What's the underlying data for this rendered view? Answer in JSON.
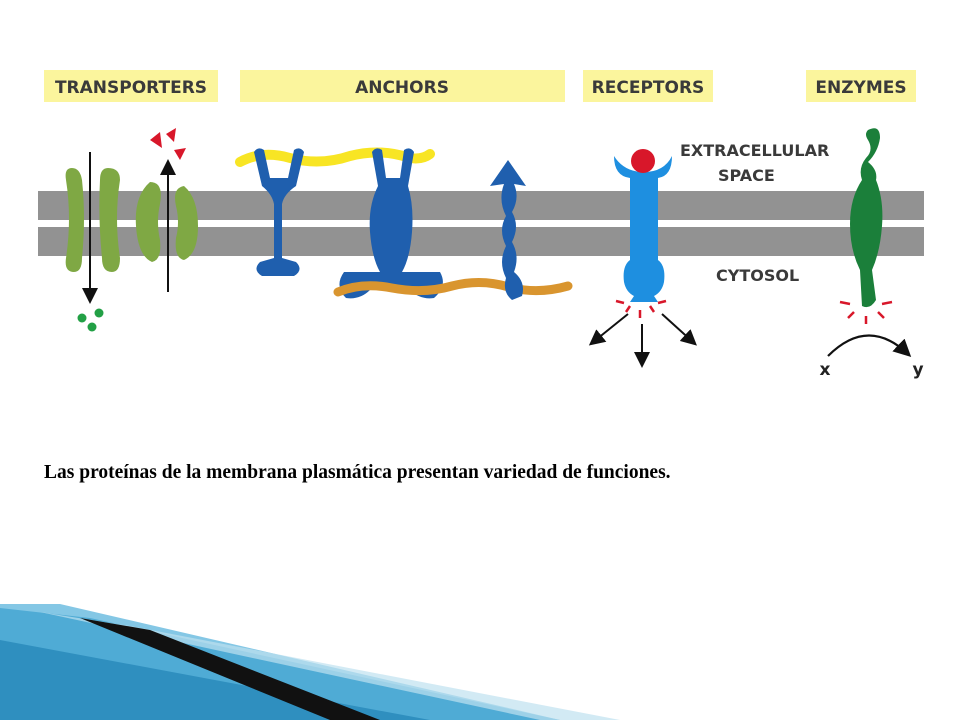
{
  "categories": {
    "transporters": "TRANSPORTERS",
    "anchors": "ANCHORS",
    "receptors": "RECEPTORS",
    "enzymes": "ENZYMES"
  },
  "regions": {
    "extracellular_line1": "EXTRACELLULAR",
    "extracellular_line2": "SPACE",
    "cytosol": "CYTOSOL"
  },
  "reaction": {
    "substrate": "x",
    "product": "y"
  },
  "caption": "Las proteínas de la membrana plasmática presentan variedad de funciones.",
  "colors": {
    "label_band": "#fbf59d",
    "membrane": "#929292",
    "transporter_green": "#7fa844",
    "anchor_blue": "#1f5fae",
    "receptor_blue": "#1e8fe0",
    "enzyme_green": "#1b7f3a",
    "ligand_red": "#d8172a",
    "yellow_fiber": "#f8e524",
    "orange_fiber": "#d9952f",
    "slide_teal": "#2f8fbf"
  }
}
